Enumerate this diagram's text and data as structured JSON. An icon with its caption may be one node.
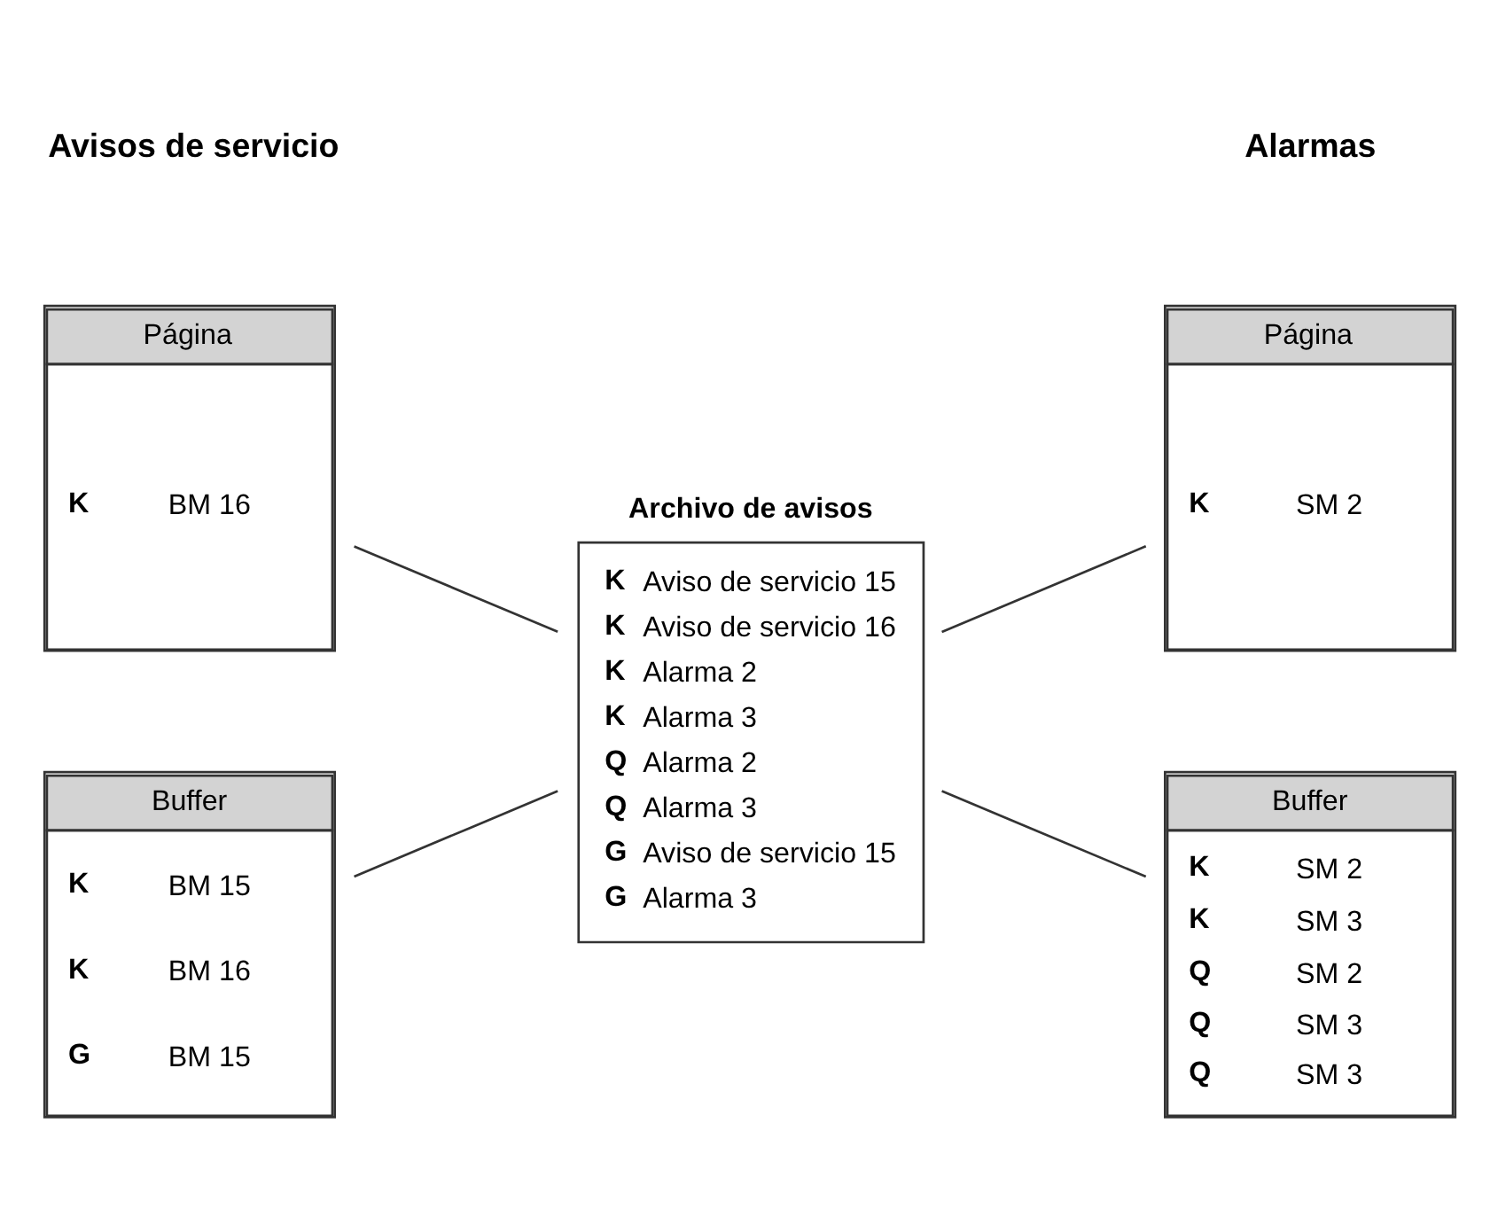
{
  "diagram": {
    "nodes": [
      {
        "text": [
          "Página",
          "K BM 16"
        ]
      },
      {
        "text": [
          "Buffer",
          "K BM 15",
          "K BM 16",
          "G BM 15"
        ]
      },
      {
        "text": [
          "Archivo de avisos",
          "K Aviso de servicio 15",
          "K Aviso de servicio 16",
          "K Alarma 2",
          "K Alarma 3",
          "Q Alarma 2",
          "Q Alarma 3",
          "G Aviso de servicio 15",
          "G Alarma 3"
        ]
      },
      {
        "text": [
          "Página",
          "K SM 2"
        ]
      },
      {
        "text": [
          "Buffer",
          "K SM 2",
          "K SM 3",
          "Q SM 2",
          "Q SM 3",
          "Q SM 3"
        ]
      }
    ],
    "edges": [
      {
        "from": 0,
        "to": 2,
        "arrow": "none"
      },
      {
        "from": 1,
        "to": 2,
        "arrow": "none"
      },
      {
        "from": 2,
        "to": 3,
        "arrow": "none"
      },
      {
        "from": 2,
        "to": 4,
        "arrow": "none"
      }
    ],
    "labels": [
      "Avisos de servicio",
      "Alarmas"
    ]
  }
}
